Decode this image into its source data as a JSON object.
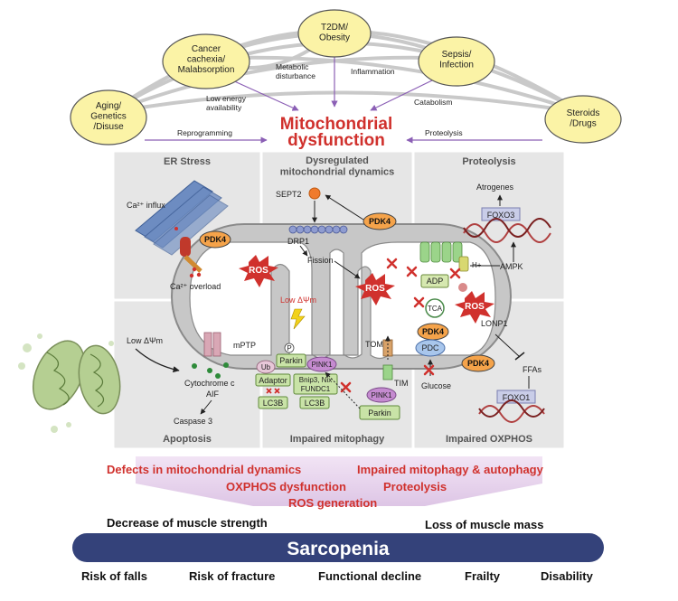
{
  "causes": {
    "aging": "Aging/\nGenetics\n/Disuse",
    "cancer": "Cancer\ncachexia/\nMalabsorption",
    "t2dm": "T2DM/\nObesity",
    "sepsis": "Sepsis/\nInfection",
    "steroids": "Steroids\n/Drugs"
  },
  "edges": {
    "metabolic": "Metabolic\ndisturbance",
    "inflammation": "Inflammation",
    "low_energy": "Low energy\navailability",
    "catabolism": "Catabolism",
    "reprogramming": "Reprogramming",
    "proteolysis": "Proteolysis"
  },
  "central": {
    "line1": "Mitochondrial",
    "line2": "dysfunction"
  },
  "panels": {
    "er_stress": "ER Stress",
    "dynamics": "Dysregulated\nmitochondrial dynamics",
    "proteolysis": "Proteolysis",
    "apoptosis": "Apoptosis",
    "mitophagy": "Impaired mitophagy",
    "oxphos": "Impaired OXPHOS"
  },
  "labels": {
    "ca_influx": "Ca²⁺ influx",
    "ca_overload": "Ca²⁺ overload",
    "pdk4": "PDK4",
    "ros": "ROS",
    "sept2": "SEPT2",
    "drp1": "DRP1",
    "fission": "Fission",
    "atrogenes": "Atrogenes",
    "foxo3": "FOXO3",
    "foxo1": "FOXO1",
    "ampk": "AMPK",
    "h_plus": "H+",
    "adp": "ADP",
    "tca": "TCA",
    "lonp1": "LONP1",
    "pdc": "PDC",
    "glucose": "Glucose",
    "ffas": "FFAs",
    "low_dpsim_left": "Low ΔΨm",
    "low_dpsim_center": "Low ΔΨm",
    "mptp": "mPTP",
    "cytochrome": "Cytochrome c",
    "aif": "AIF",
    "caspase": "Caspase 3",
    "tom": "TOM",
    "tim": "TIM",
    "parkin": "Parkin",
    "pink1": "PINK1",
    "ub": "Ub",
    "adaptor": "Adaptor",
    "bnip3": "Bnip3, Nix",
    "fundc1": "FUNDC1",
    "lc3b": "LC3B",
    "p": "P"
  },
  "summary": {
    "defects_dynamics": "Defects in mitochondrial dynamics",
    "impaired_mitophagy": "Impaired mitophagy & autophagy",
    "oxphos_dysfunction": "OXPHOS dysfunction",
    "proteolysis": "Proteolysis",
    "ros_generation": "ROS generation"
  },
  "outcomes": {
    "decrease_strength": "Decrease of  muscle strength",
    "loss_mass": "Loss of muscle mass"
  },
  "banner": "Sarcopenia",
  "risks": [
    "Risk of falls",
    "Risk of fracture",
    "Functional decline",
    "Frailty",
    "Disability"
  ],
  "colors": {
    "cause_fill": "#fbf3a6",
    "cause_stroke": "#555555",
    "central_red": "#d0312d",
    "panel_bg": "#e6e6e6",
    "banner": "#34427a",
    "pdk4": "#f5a34a",
    "ros": "#d0312d",
    "parkin": "#c9e3a7",
    "pink1": "#c58bd0",
    "pdc": "#a8c6ec"
  }
}
